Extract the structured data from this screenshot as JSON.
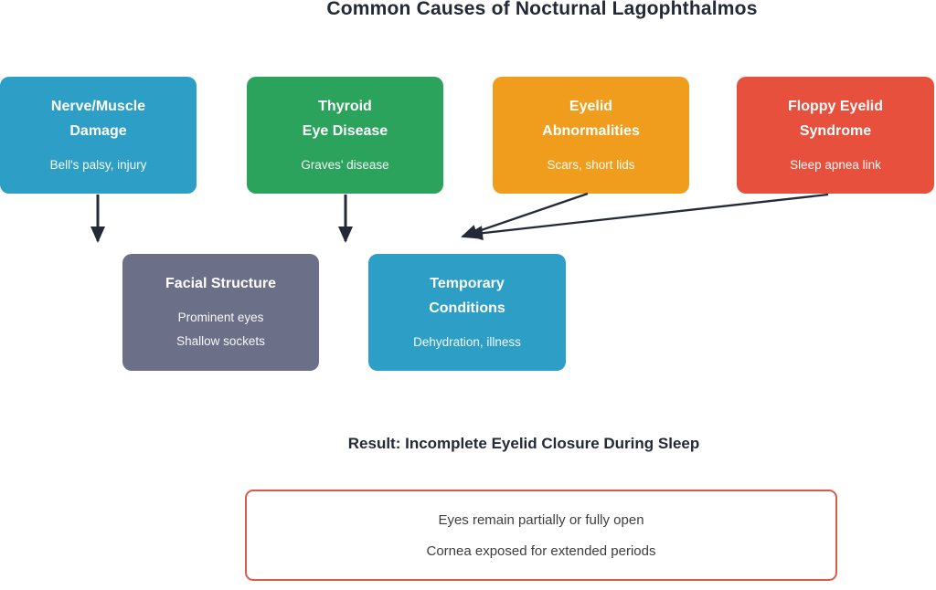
{
  "title": "Common Causes of Nocturnal Lagophthalmos",
  "title_color": "#232936",
  "causes": [
    {
      "title_lines": [
        "Nerve/Muscle",
        "Damage"
      ],
      "subtitle": "Bell's palsy, injury",
      "color": "#2D9EC5"
    },
    {
      "title_lines": [
        "Thyroid",
        "Eye Disease"
      ],
      "subtitle": "Graves' disease",
      "color": "#2BA35C"
    },
    {
      "title_lines": [
        "Eyelid",
        "Abnormalities"
      ],
      "subtitle": "Scars, short lids",
      "color": "#F09D1E"
    },
    {
      "title_lines": [
        "Floppy Eyelid",
        "Syndrome"
      ],
      "subtitle": "Sleep apnea link",
      "color": "#E8503E"
    }
  ],
  "intermediate": [
    {
      "title_lines": [
        "Facial Structure"
      ],
      "subtitle_lines": [
        "Prominent eyes",
        "Shallow sockets"
      ],
      "color": "#6B7088"
    },
    {
      "title_lines": [
        "Temporary",
        "Conditions"
      ],
      "subtitle_lines": [
        "Dehydration, illness"
      ],
      "color": "#2D9EC5"
    }
  ],
  "connectors": {
    "color": "#232936"
  },
  "result": {
    "heading": "Result: Incomplete Eyelid Closure During Sleep",
    "heading_color": "#232936",
    "border_color": "#DC594A",
    "lines": [
      "Eyes remain partially or fully open",
      "Cornea exposed for extended periods"
    ]
  }
}
